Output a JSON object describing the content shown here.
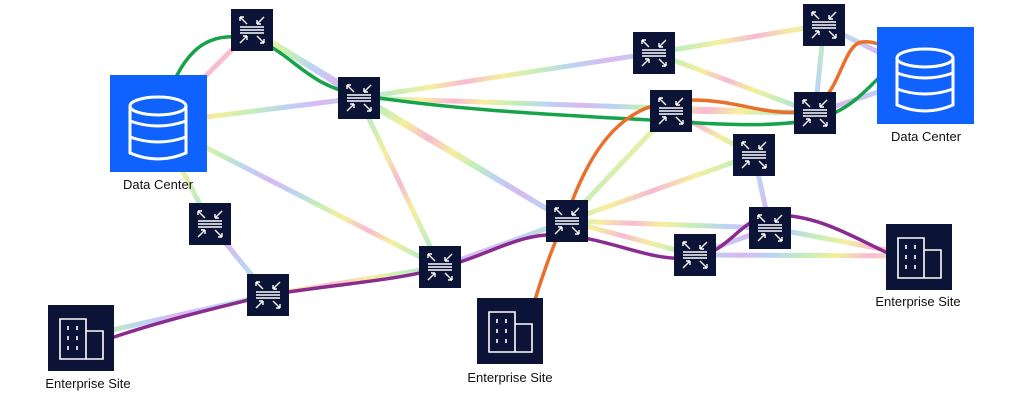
{
  "nodes": {
    "data_center_left": {
      "label": "Data Center",
      "icon": "database-icon"
    },
    "data_center_right": {
      "label": "Data Center",
      "icon": "database-icon"
    },
    "enterprise_left": {
      "label": "Enterprise Site",
      "icon": "building-icon"
    },
    "enterprise_middle": {
      "label": "Enterprise Site",
      "icon": "building-icon"
    },
    "enterprise_right": {
      "label": "Enterprise Site",
      "icon": "building-icon"
    }
  },
  "colors": {
    "data_center": "#0f62fe",
    "router": "#0b1436",
    "path_green": "#16a34a",
    "path_orange": "#e8702a",
    "path_purple": "#8b2a8f"
  }
}
